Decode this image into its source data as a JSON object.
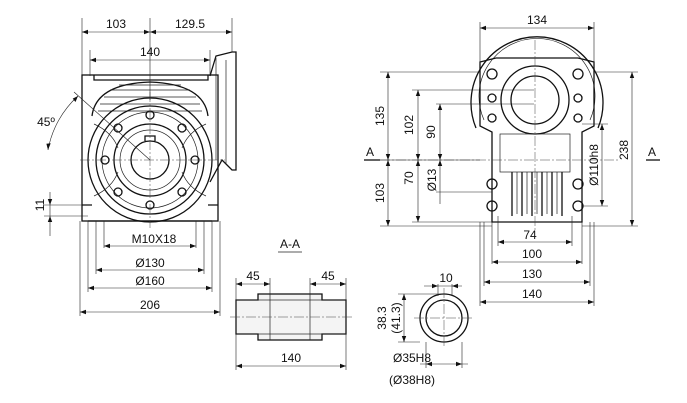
{
  "front_view": {
    "dim_103": "103",
    "dim_129_5": "129.5",
    "dim_140": "140",
    "dim_45deg": "45º",
    "dim_11": "11",
    "thread_m10": "M10X18",
    "dia_130": "Ø130",
    "dia_160": "Ø160",
    "dim_206": "206"
  },
  "side_view": {
    "dim_134": "134",
    "dim_135": "135",
    "dim_102": "102",
    "dim_90": "90",
    "dim_70": "70",
    "dim_103": "103",
    "dia_13": "Ø13",
    "dia_110h8": "Ø110h8",
    "dim_238": "238",
    "section_left": "A",
    "section_right": "A",
    "dim_74": "74",
    "dim_100": "100",
    "dim_130": "130",
    "dim_140": "140"
  },
  "shaft_view": {
    "section_title": "A-A",
    "dim_45_left": "45",
    "dim_45_right": "45",
    "dim_140": "140"
  },
  "bore_view": {
    "dim_10": "10",
    "dim_38_3": "38.3",
    "dim_41_3": "(41.3)",
    "dia_35h8": "Ø35H8",
    "dia_38h8": "(Ø38H8)"
  }
}
